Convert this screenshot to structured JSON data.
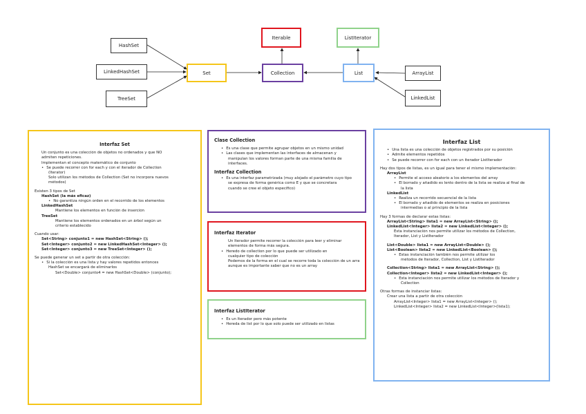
{
  "diagram": {
    "nodes": {
      "hashset": "HashSet",
      "linkedhashset": "LinkedHashSet",
      "treeset": "TreeSet",
      "set": "Set",
      "collection": "Collection",
      "iterable": "Iterable",
      "listiterator": "ListIterator",
      "list": "List",
      "arraylist": "ArrayList",
      "linkedlist": "LinkedList"
    },
    "colors": {
      "set": "#f5c518",
      "collection": "#6a3fa0",
      "iterable": "#e0141d",
      "listiterator": "#8fd28a",
      "list": "#7fb2f0"
    }
  },
  "set_panel": {
    "title": "Interfaz Set",
    "lines": [
      "Un conjunto es una colección de objetos no ordenados y que NO",
      "admiten repeticiones.",
      "Implementan el concepto matemático de conjunto",
      "Se puede recorrer con for each y con el iterador de Collection",
      "(Iterator)",
      "Solo utilizan los métodos de Collection (Set no incorpora nuevos",
      "métodos)",
      "Existen 3 tipos de Set",
      "HashSet (la más eficaz)",
      "No garantiza ningún orden en el recorrido de los elementos",
      "LinkedHashSet",
      "Mantiene los elementos en función de inserción",
      "TreeSet",
      "Mantiene los elementos ordenados en un árbol según un",
      "criterio establecido",
      "Cuando usar:",
      "Set<String> conjunto1 = new HashSet<String> ();",
      "Set<Integer> conjunto2 = new LinkedHashSet<Integer> ();",
      "Set<Integer> conjunto3 = new TreeSet<Integer> ();",
      "Se puede generar un set a partir de otra colección:",
      "Si la colección es una lista y hay valores repetidos entonces",
      "HashSet se encargará de eliminarlos",
      "Set<Double> conjunto4 = new HashSet<Double> (conjunto);"
    ]
  },
  "collection_panel": {
    "title": "Clase Collection",
    "lines": [
      "Es una clase que permite agrupar objetos en un mismo unidad",
      "Las clases que implementan las interfaces de almacenan y",
      "manipulan los valores forman parte de una misma familia de",
      "interfaces."
    ],
    "subtitle": "Interfaz Collection",
    "sublines": [
      "Es una interfaz parametrizada (muy alojado el parámetro cuyo tipo",
      "se expresa de forma genérica como E y que se concretara",
      "cuando se cree el objeto específico)"
    ]
  },
  "iterator_panel": {
    "title": "Interfaz Iterator",
    "lines": [
      "Un Iterador permite recorrer la colección para leer y eliminar",
      "elementos de forma más segura.",
      "Heredo de collection por lo que puede ser utilizado en",
      "cualquier tipo de colección",
      "Podemos de la forma en el cual se recorre toda la colección de un array",
      "aunque es importante saber que no es un array"
    ]
  },
  "listiterator_panel": {
    "title": "Interfaz ListIterator",
    "lines": [
      "Es un Iterador pero más potente",
      "Hereda de list por lo que solo puede ser utilizado en listas"
    ]
  },
  "list_panel": {
    "title": "Interfaz List",
    "lines": [
      "Una lista es una colección de objetos registrados por su posición",
      "Admite elementos repetidos",
      "Se puede recorrer con for each con un iterador ListIterador",
      "Hay dos tipos de listas, es un igual para tener el mismo implementación:",
      "ArrayList",
      "Permite el acceso aleatorio a los elementos del array",
      "El borrado y añadido es lento dentro de la lista se realiza al final de",
      "la lista",
      "LinkedList",
      "Realiza un recorrido secuencial de la lista",
      "El borrado y añadido de elementos se realiza en posiciones",
      "intermedias o al principio de la lista",
      "Hay 3 formas de declarar estas listas:",
      "ArrayList<String> lista1 = new ArrayList<String> ();",
      "LinkedList<Integer> lista2 = new LinkedList<Integer> ();",
      "Esta instanciación nos permite utilizar los métodos de Collection,",
      "Iterador, List y ListIterador",
      "List<Double> lista1 = new ArrayList<Double> ();",
      "List<Boolean> lista2 = new LinkedList<Boolean> ();",
      "Estas instanciación también nos permite utilizar los",
      "métodos de Iterador, Collection, List y ListIterador",
      "Collection<String> lista1 = new ArrayList<String> ();",
      "Collection<Integer> lista2 = new LinkedList<Integer> ();",
      "Esta instanciación nos permite utilizar los métodos de Iterador y",
      "Collection",
      "Otras formas de instanciar listas:",
      "Crear una lista a partir de otra colección",
      "ArrayList<Integer> lista1 = new ArrayList<Integer> ();",
      "LinkedList<Integer> lista2 = new LinkedList<Integer>(lista1);"
    ]
  }
}
